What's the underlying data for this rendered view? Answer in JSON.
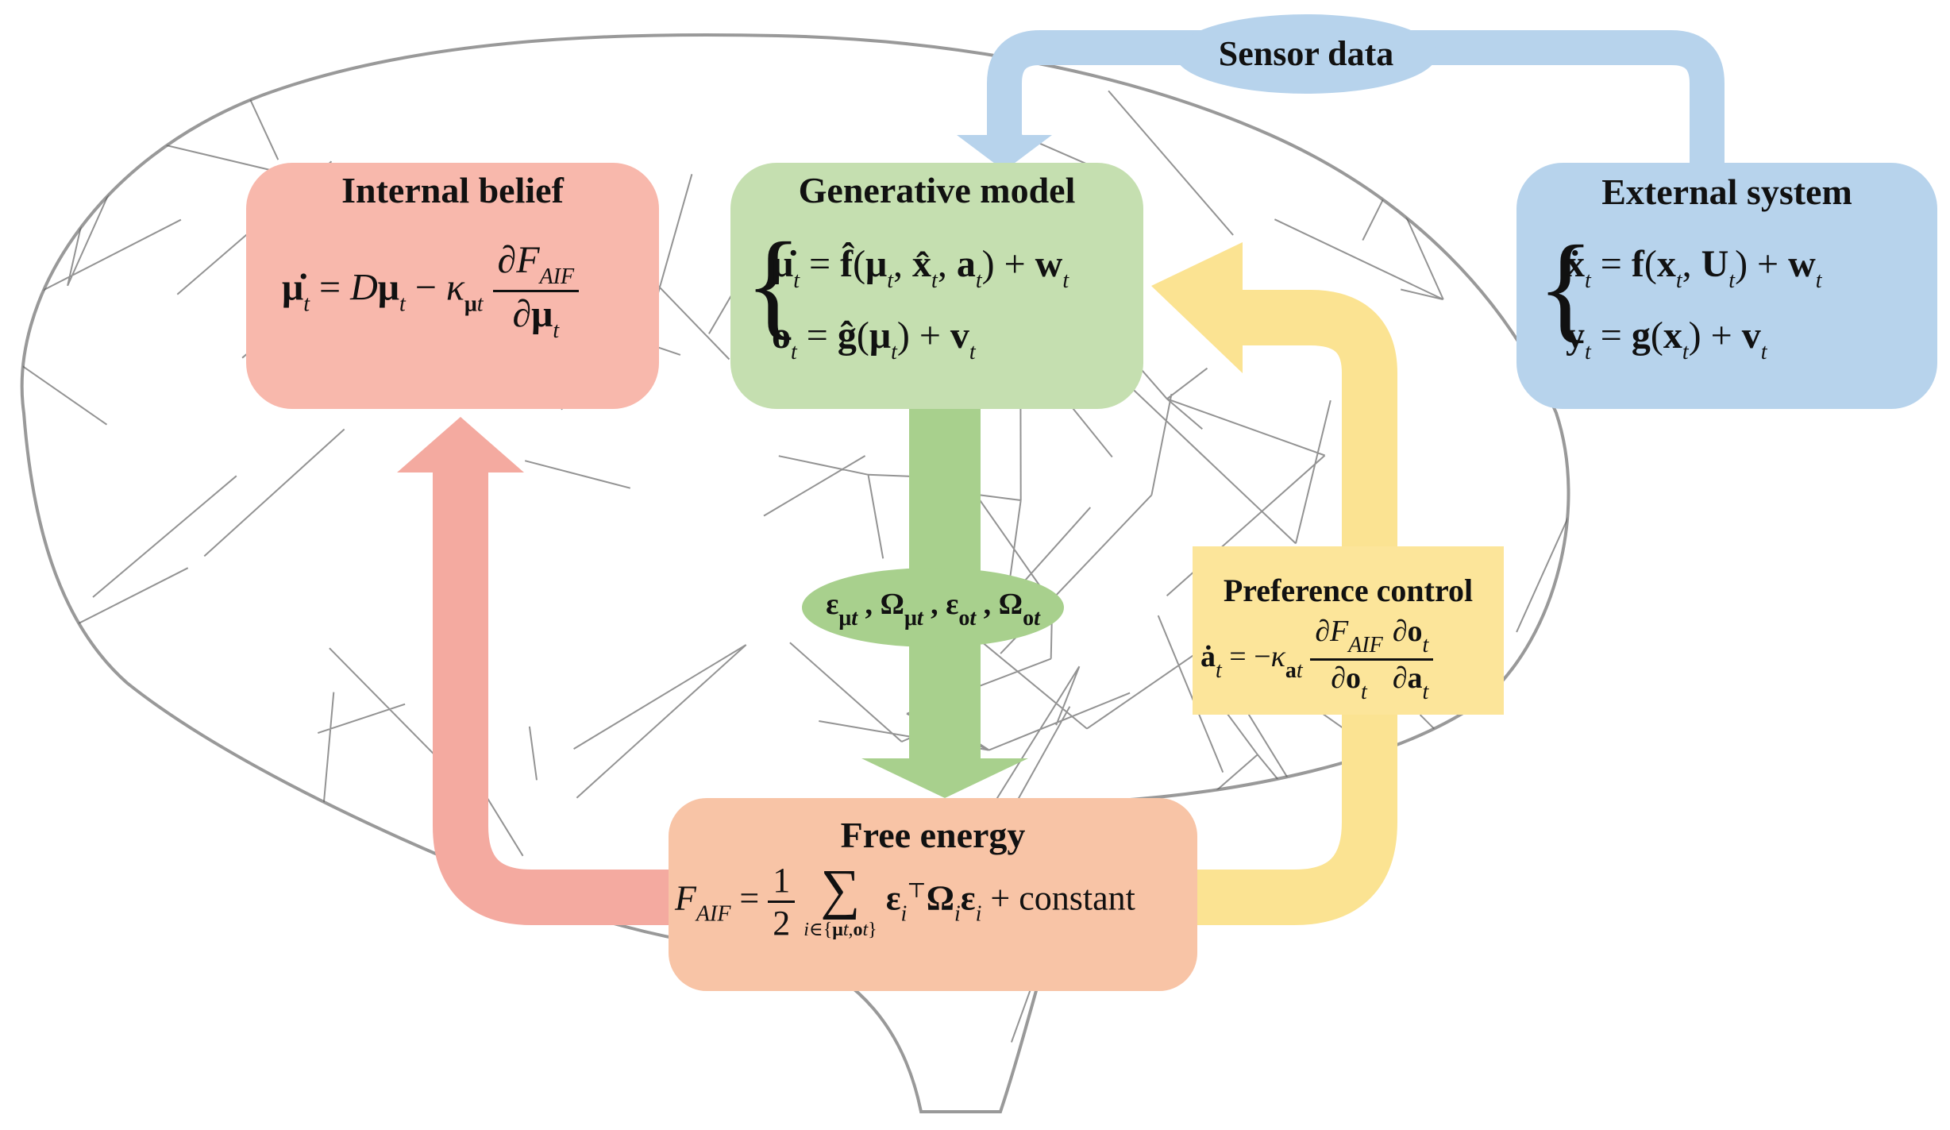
{
  "colors": {
    "internal_belief": "#f8b8ac",
    "generative_model": "#c5dfb0",
    "external_system": "#b7d3ec",
    "free_energy": "#f8c4a6",
    "preference_control": "#fce59a",
    "arrow_blue": "#b7d3ec",
    "arrow_green": "#a8d08d",
    "arrow_red": "#f4aaa0",
    "arrow_yellow": "#fbe392",
    "brain_mesh": "#3a3a3a"
  },
  "sensor_data_label": "Sensor data",
  "internal_belief": {
    "title": "Internal belief",
    "equation": "μ̇ₜ = Dμₜ − κ_μₜ ∂F_AIF / ∂μₜ"
  },
  "generative_model": {
    "title": "Generative model",
    "equation_1": "μ̇ₜ = f̂(μₜ, x̂ₜ, aₜ) + wₜ",
    "equation_2": "oₜ = ĝ(μₜ) + vₜ"
  },
  "external_system": {
    "title": "External system",
    "equation_1": "ẋₜ = f(xₜ, Uₜ) + wₜ",
    "equation_2": "yₜ = g(xₜ) + vₜ"
  },
  "errors_label": "ε_μₜ, Ω_μₜ, ε_oₜ, Ω_oₜ",
  "preference_control": {
    "title": "Preference control",
    "equation": "ȧₜ = −κ_aₜ (∂F_AIF/∂oₜ)(∂oₜ/∂aₜ)"
  },
  "free_energy": {
    "title": "Free energy",
    "equation": "F_AIF = 1/2 Σ_{i∈{μₜ,oₜ}} εᵢᵀ Ωᵢ εᵢ + constant",
    "constant_label": "constant"
  }
}
